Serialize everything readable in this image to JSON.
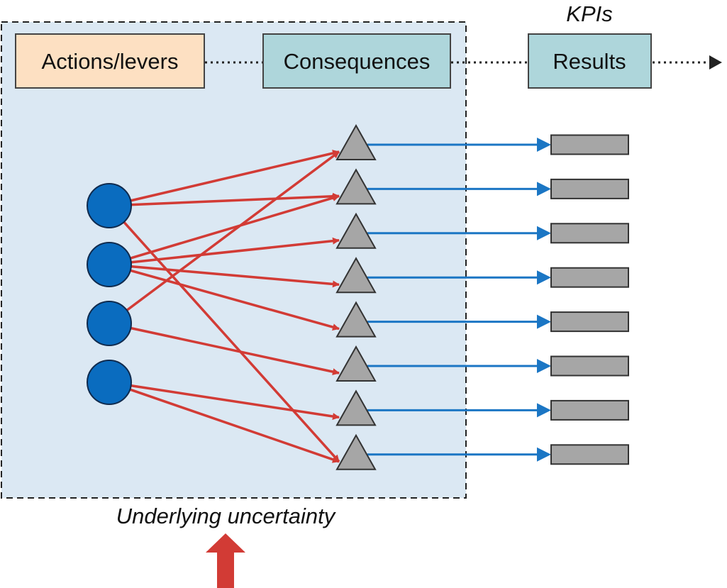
{
  "header": {
    "actions_label": "Actions/levers",
    "consequences_label": "Consequences",
    "results_label": "Results",
    "kpis_label": "KPIs"
  },
  "footer": {
    "uncertainty_label": "Underlying uncertainty"
  },
  "nodes": {
    "actions_count": 4,
    "consequences_count": 8,
    "results_count": 8
  },
  "links": [
    {
      "from": 0,
      "to": 0
    },
    {
      "from": 0,
      "to": 1
    },
    {
      "from": 0,
      "to": 7
    },
    {
      "from": 1,
      "to": 1
    },
    {
      "from": 1,
      "to": 2
    },
    {
      "from": 1,
      "to": 3
    },
    {
      "from": 1,
      "to": 4
    },
    {
      "from": 2,
      "to": 0
    },
    {
      "from": 2,
      "to": 5
    },
    {
      "from": 3,
      "to": 6
    },
    {
      "from": 3,
      "to": 7
    }
  ],
  "colors": {
    "uncertainty_zone": "#dbe8f3",
    "actions_box": "#fde0c2",
    "consequences_box": "#aed6db",
    "results_box": "#aed6db",
    "action_node": "#0a6cbf",
    "consequence_node": "#a6a6a6",
    "result_node": "#a6a6a6",
    "influence_arrow": "#d23b35",
    "result_arrow": "#1b76c4",
    "uncertainty_arrow": "#d23b35"
  }
}
